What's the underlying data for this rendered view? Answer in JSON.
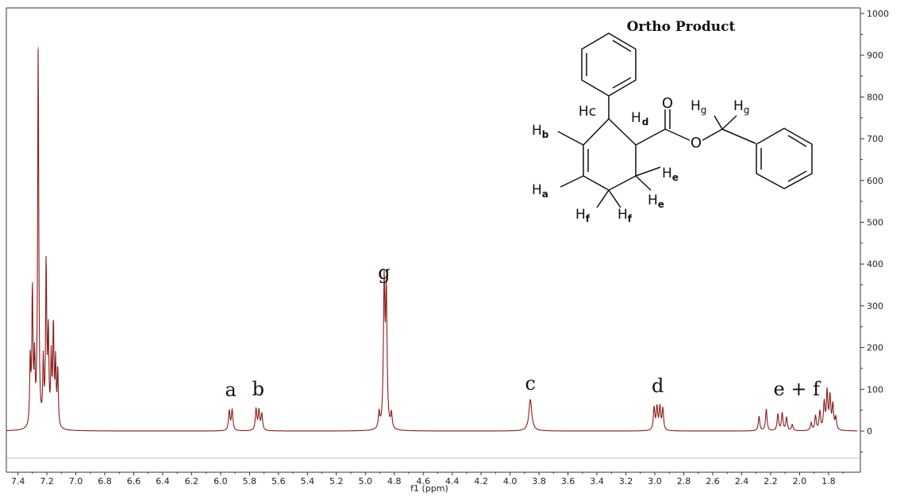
{
  "chart_data": {
    "type": "line",
    "title": "",
    "xlabel": "f1 (ppm)",
    "ylabel": "",
    "xlim": [
      7.48,
      1.58
    ],
    "ylim": [
      -100,
      1000
    ],
    "x_reversed": true,
    "y_axis_side": "right",
    "grid": false,
    "xticks": [
      "7.4",
      "7.2",
      "7.0",
      "6.8",
      "6.6",
      "6.4",
      "6.2",
      "6.0",
      "5.8",
      "5.6",
      "5.4",
      "5.2",
      "5.0",
      "4.8",
      "4.6",
      "4.4",
      "4.2",
      "4.0",
      "3.8",
      "3.6",
      "3.4",
      "3.2",
      "3.0",
      "2.8",
      "2.6",
      "2.4",
      "2.2",
      "2.0",
      "1.8"
    ],
    "yticks": [
      "1000",
      "900",
      "800",
      "700",
      "600",
      "500",
      "400",
      "300",
      "200",
      "100",
      "0"
    ],
    "line_color": "#8b1a1a",
    "peaks": [
      {
        "ppm": 7.315,
        "intensity": 160
      },
      {
        "ppm": 7.3,
        "intensity": 330
      },
      {
        "ppm": 7.285,
        "intensity": 150
      },
      {
        "ppm": 7.26,
        "intensity": 918
      },
      {
        "ppm": 7.225,
        "intensity": 150
      },
      {
        "ppm": 7.205,
        "intensity": 395
      },
      {
        "ppm": 7.19,
        "intensity": 220
      },
      {
        "ppm": 7.17,
        "intensity": 160
      },
      {
        "ppm": 7.155,
        "intensity": 245
      },
      {
        "ppm": 7.14,
        "intensity": 150
      },
      {
        "ppm": 7.125,
        "intensity": 140
      },
      {
        "ppm": 5.94,
        "intensity": 48
      },
      {
        "ppm": 5.92,
        "intensity": 50
      },
      {
        "ppm": 5.755,
        "intensity": 52
      },
      {
        "ppm": 5.735,
        "intensity": 48
      },
      {
        "ppm": 5.715,
        "intensity": 40
      },
      {
        "ppm": 4.905,
        "intensity": 38
      },
      {
        "ppm": 4.87,
        "intensity": 340
      },
      {
        "ppm": 4.855,
        "intensity": 320
      },
      {
        "ppm": 4.82,
        "intensity": 36
      },
      {
        "ppm": 3.86,
        "intensity": 75
      },
      {
        "ppm": 3.005,
        "intensity": 55
      },
      {
        "ppm": 2.985,
        "intensity": 55
      },
      {
        "ppm": 2.965,
        "intensity": 55
      },
      {
        "ppm": 2.945,
        "intensity": 52
      },
      {
        "ppm": 2.28,
        "intensity": 35
      },
      {
        "ppm": 2.23,
        "intensity": 52
      },
      {
        "ppm": 2.15,
        "intensity": 40
      },
      {
        "ppm": 2.12,
        "intensity": 42
      },
      {
        "ppm": 2.09,
        "intensity": 32
      },
      {
        "ppm": 2.05,
        "intensity": 15
      },
      {
        "ppm": 1.92,
        "intensity": 18
      },
      {
        "ppm": 1.89,
        "intensity": 35
      },
      {
        "ppm": 1.86,
        "intensity": 45
      },
      {
        "ppm": 1.83,
        "intensity": 65
      },
      {
        "ppm": 1.81,
        "intensity": 90
      },
      {
        "ppm": 1.79,
        "intensity": 80
      },
      {
        "ppm": 1.77,
        "intensity": 60
      },
      {
        "ppm": 1.75,
        "intensity": 30
      }
    ],
    "annotations": [
      {
        "text": "a",
        "ppm": 5.93
      },
      {
        "text": "b",
        "ppm": 5.74
      },
      {
        "text": "g",
        "ppm": 4.87
      },
      {
        "text": "c",
        "ppm": 3.86
      },
      {
        "text": "d",
        "ppm": 2.98
      },
      {
        "text": "e + f",
        "ppm": 2.02
      }
    ]
  },
  "structure": {
    "title": "Ortho Product",
    "labels": {
      "hc": "Hc",
      "hd_main": "H",
      "hd_sub": "d",
      "hb_main": "H",
      "hb_sub": "b",
      "ha_main": "H",
      "ha_sub": "a",
      "he1_main": "H",
      "he1_sub": "e",
      "he2_main": "H",
      "he2_sub": "e",
      "hf1_main": "H",
      "hf1_sub": "f",
      "hf2_main": "H",
      "hf2_sub": "f",
      "hg1_main": "H",
      "hg1_sub": "g",
      "hg2_main": "H",
      "hg2_sub": "g",
      "o_carbonyl": "O",
      "o_ester": "O"
    }
  }
}
